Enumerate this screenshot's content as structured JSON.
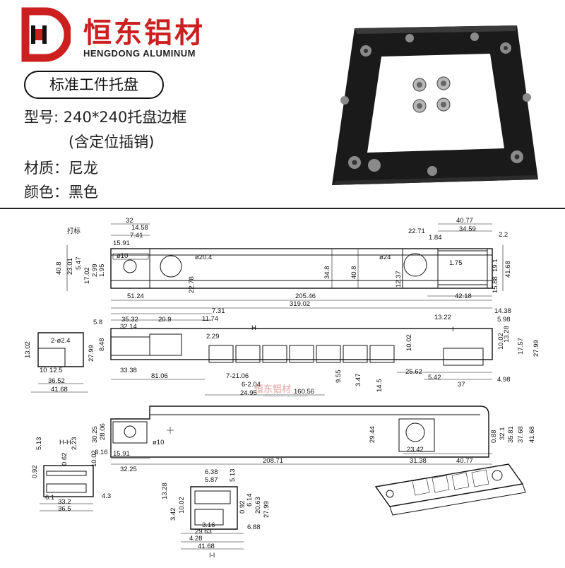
{
  "brand": {
    "name_cn": "恒东铝材",
    "name_en": "HENGDONG ALUMINUM",
    "color": "#cc1f1f"
  },
  "product": {
    "title": "标准工件托盘",
    "model": "型号: 240*240托盘边框",
    "note": "(含定位插销)",
    "material": "材质：尼龙",
    "color": "颜色：黑色"
  },
  "photo": {
    "icon": "black-tray-frame-photo"
  },
  "drawing": {
    "top_view": {
      "label_mark": "打标",
      "dims": [
        "32",
        "14.58",
        "7.41",
        "15.91",
        "ø10",
        "40.8",
        "23.01",
        "5.47",
        "17.02",
        "2.99",
        "1.95",
        "ø20.4",
        "22.78",
        "51.24",
        "205.46",
        "319.02",
        "34.8",
        "40.8",
        "ø24",
        "22.71",
        "1.84",
        "40.77",
        "34.59",
        "2.2",
        "12.37",
        "1.75",
        "19.1",
        "41.68",
        "15.88",
        "42.18"
      ]
    },
    "front_view": {
      "dims": [
        "35.32",
        "32.14",
        "20.9",
        "7.31",
        "11.74",
        "2.29",
        "5.8",
        "27.99",
        "8.48",
        "H",
        "33.38",
        "81.06",
        "7-21.06",
        "6-2.04",
        "24.95",
        "160.56",
        "9.55",
        "3.47",
        "14.5",
        "10.02",
        "13.22",
        "14.38",
        "5.98",
        "10.02",
        "13.28",
        "17.57",
        "27.99",
        "25.62",
        "5.42",
        "37",
        "4.98",
        "I"
      ]
    },
    "side_view_left": {
      "dims": [
        "13.02",
        "2-ø2.4",
        "10",
        "12.5",
        "36.52",
        "41.68"
      ]
    },
    "bottom_view": {
      "dims": [
        "30.25",
        "28.06",
        "ø10",
        "3.16",
        "15.91",
        "32.25",
        "208.71",
        "29.44",
        "23.42",
        "31.38",
        "40.77",
        "0.88",
        "32.1",
        "35.81",
        "37.68",
        "41.68"
      ]
    },
    "section_hh": {
      "title": "H-H",
      "dims": [
        "5.13",
        "2.23",
        "0.62",
        "0.92",
        "10.02",
        "6.1",
        "33.2",
        "36.5",
        "4.3"
      ]
    },
    "section_ii": {
      "title": "I-I",
      "dims": [
        "6.38",
        "5.87",
        "5.13",
        "13.28",
        "3.42",
        "10.02",
        "0.92",
        "6.14",
        "20.63",
        "27.99",
        "3.16",
        "29.63",
        "6.88",
        "4.28",
        "41.68"
      ]
    },
    "watermark": {
      "cn": "恒东铝材",
      "en": "HENGDONG ALUMINUM"
    }
  }
}
